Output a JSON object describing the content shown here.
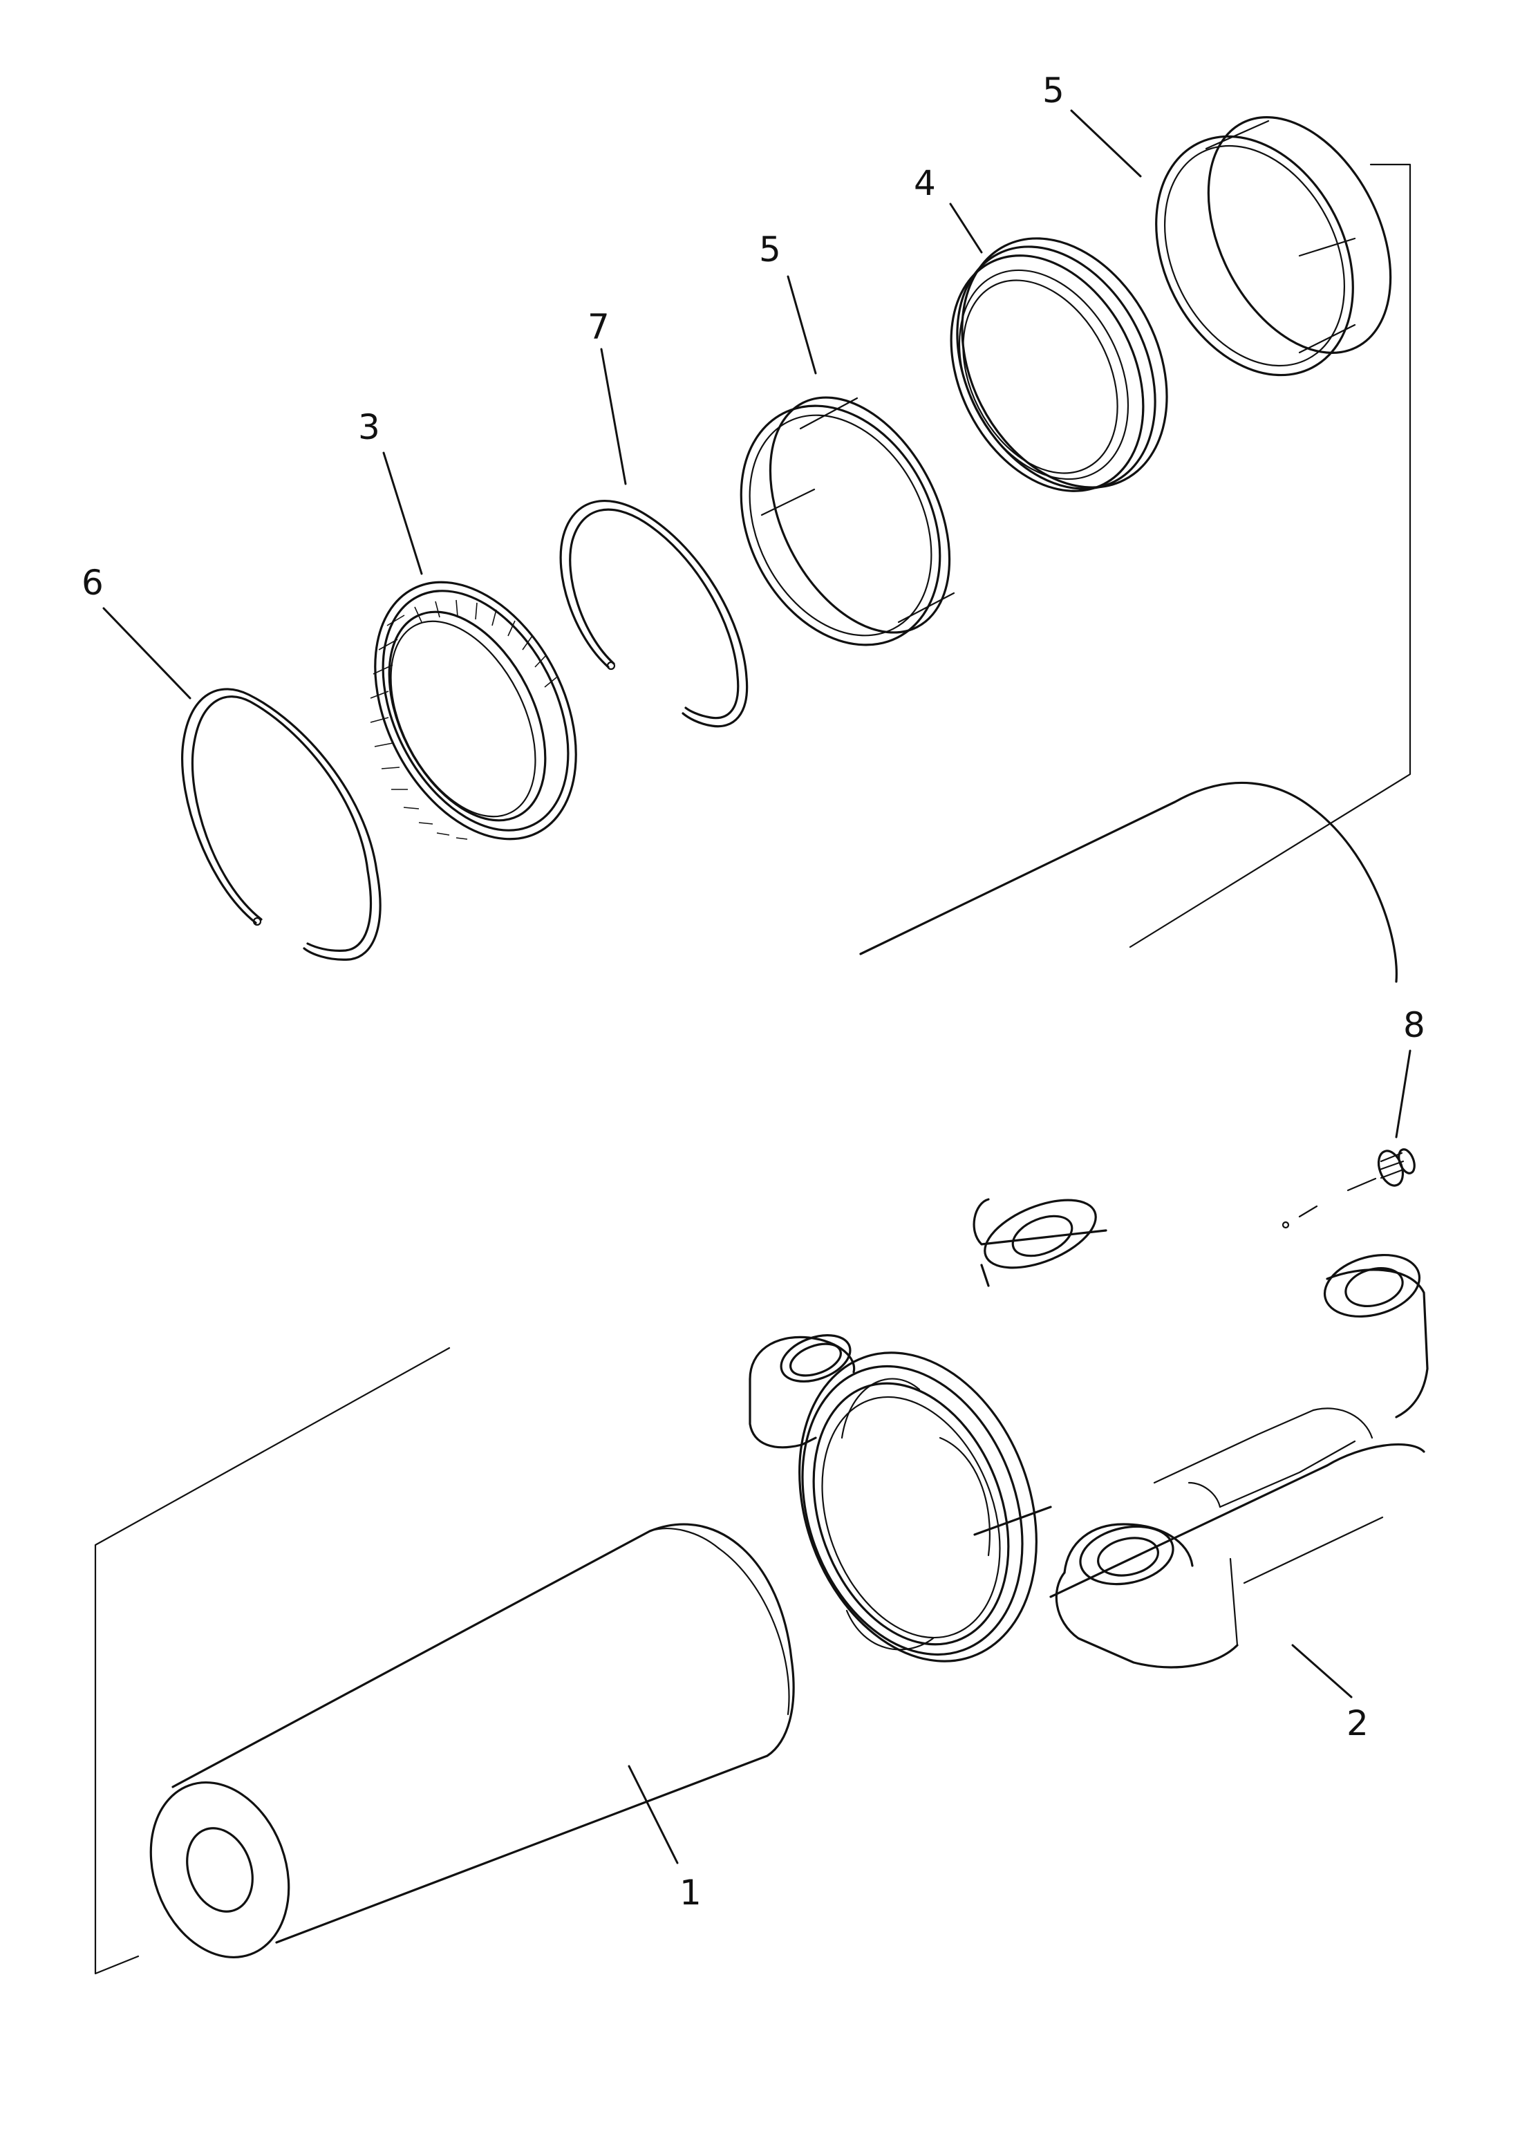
{
  "callouts": {
    "c1": "1",
    "c2": "2",
    "c3": "3",
    "c4": "4",
    "c5a": "5",
    "c5b": "5",
    "c6": "6",
    "c7": "7",
    "c8": "8"
  },
  "colors": {
    "line": "#111111",
    "background": "#ffffff"
  }
}
